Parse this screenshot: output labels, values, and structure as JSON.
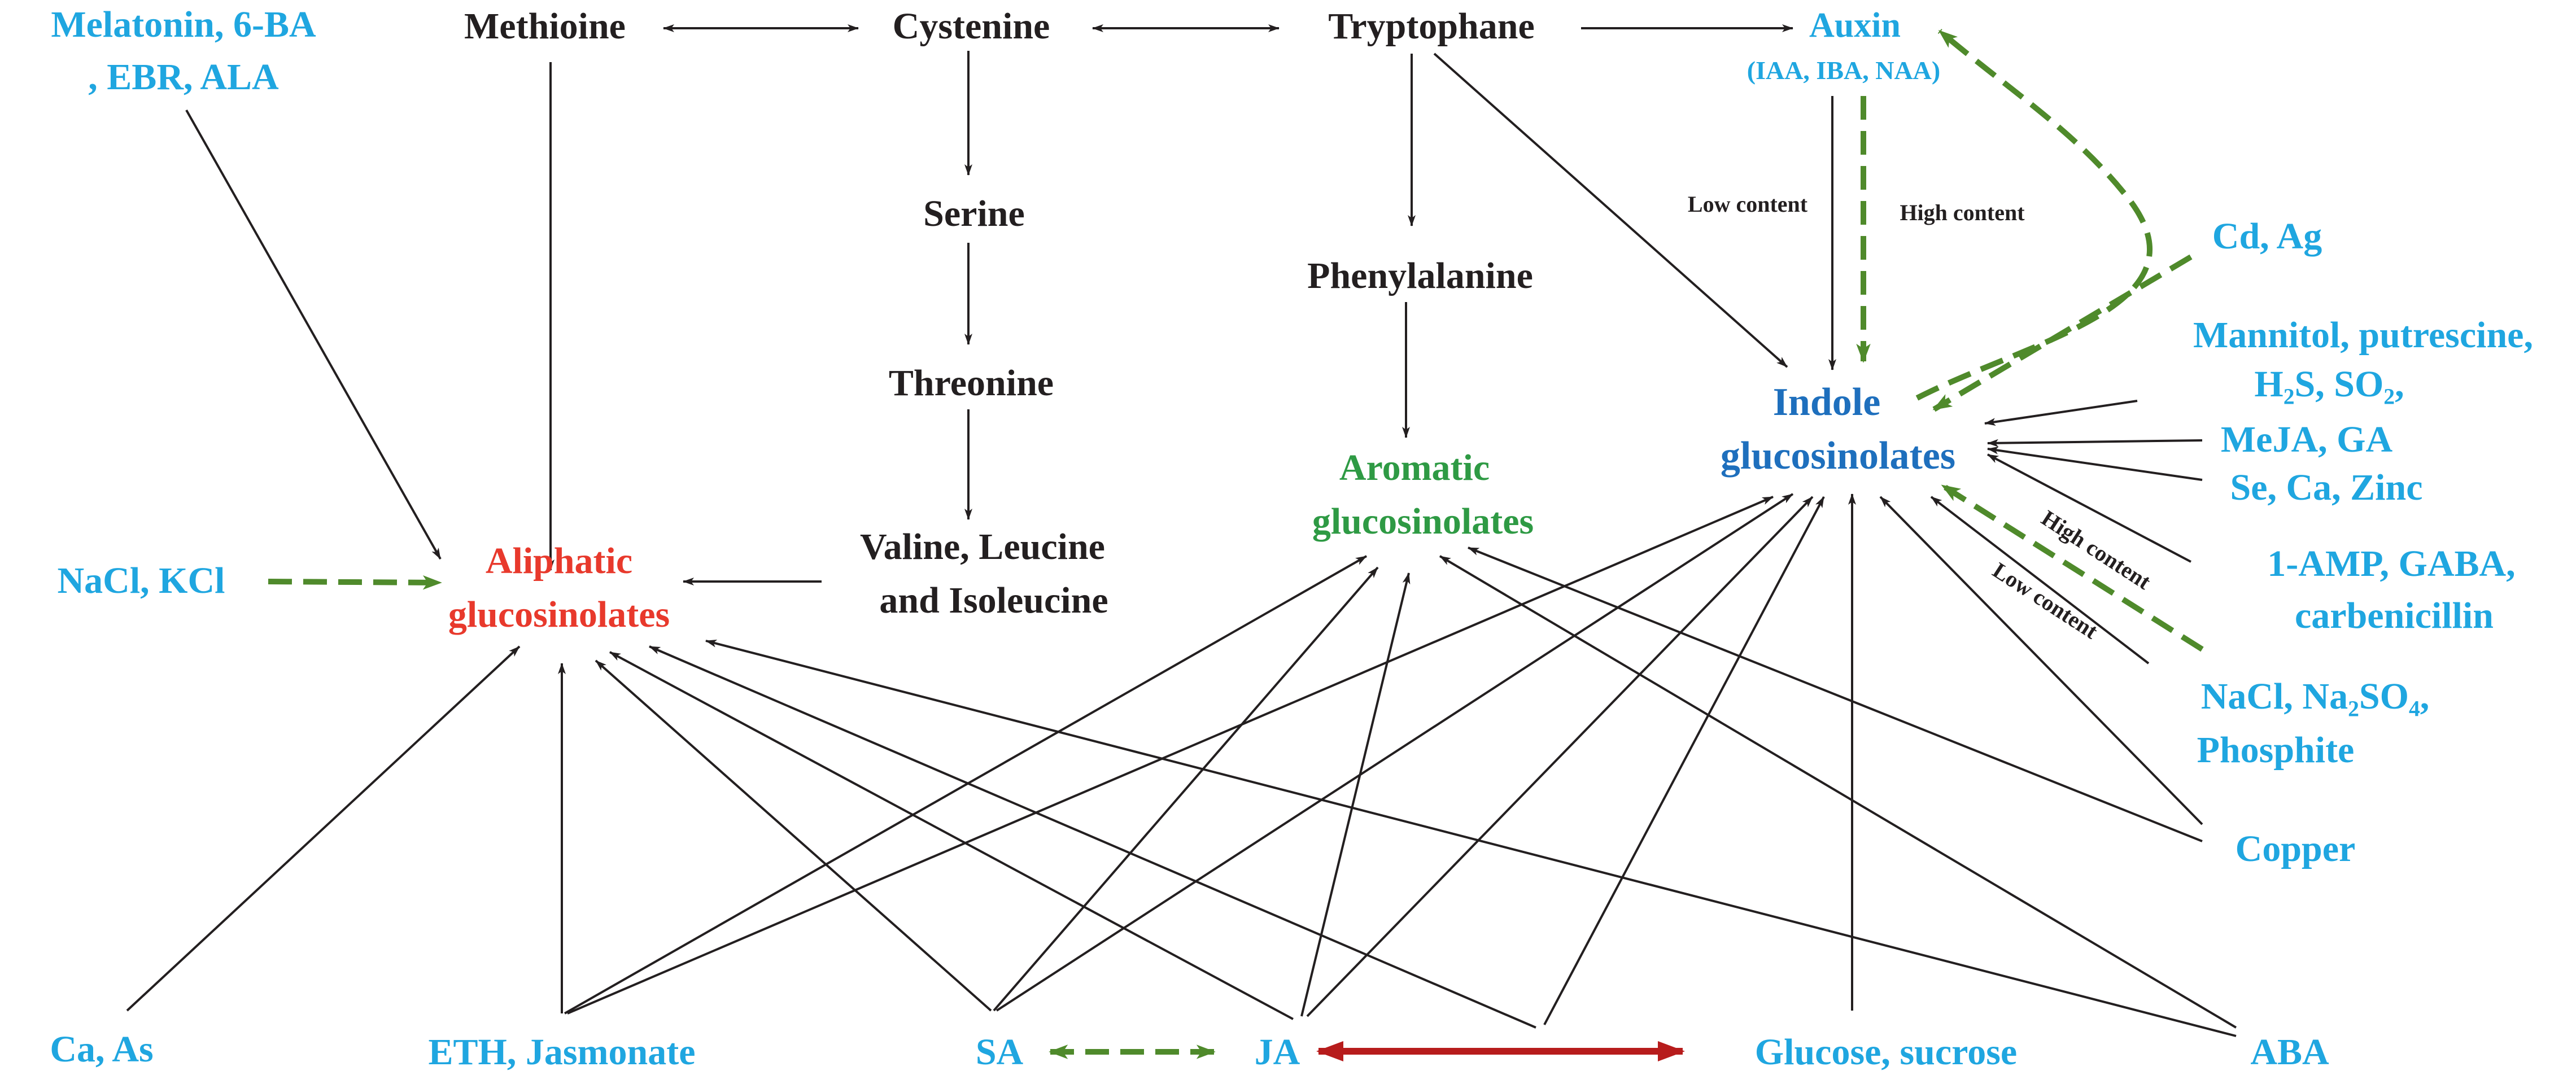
{
  "colors": {
    "dark": "#231f20",
    "blue": "#1fa6e0",
    "navy": "#1e6fbd",
    "red": "#e8392c",
    "green_text": "#2e9a44",
    "green_dashed": "#4f8a2b",
    "dark_red_arrow": "#b71c1c"
  },
  "nodes": {
    "melatonin_1": "Melatonin, 6-BA",
    "melatonin_2": ", EBR, ALA",
    "methioine": "Methioine",
    "cystenine": "Cystenine",
    "tryptophane": "Tryptophane",
    "auxin": "Auxin",
    "auxin_sub": "(IAA, IBA, NAA)",
    "serine": "Serine",
    "phenylalanine": "Phenylalanine",
    "threonine": "Threonine",
    "valine_1": "Valine, Leucine",
    "valine_2": "and Isoleucine",
    "aliphatic_1": "Aliphatic",
    "aliphatic_2": "glucosinolates",
    "aromatic_1": "Aromatic",
    "aromatic_2": "glucosinolates",
    "indole_1": "Indole",
    "indole_2": "glucosinolates",
    "nacl_kcl": "NaCl, KCl",
    "cd_ag": "Cd, Ag",
    "mannitol_1": "Mannitol, putrescine,",
    "mannitol_2": "H₂S, SO₂,",
    "meja_ga": "MeJA, GA",
    "se_ca_zinc": "Se, Ca, Zinc",
    "amp_1": "1-AMP, GABA,",
    "amp_2": "carbenicillin",
    "nacl_na2so4_1": "NaCl, Na₂SO₄,",
    "nacl_na2so4_2": "Phosphite",
    "copper": "Copper",
    "ca_as": "Ca, As",
    "eth": "ETH, Jasmonate",
    "sa": "SA",
    "ja": "JA",
    "glucose": "Glucose, sucrose",
    "aba": "ABA"
  },
  "edge_labels": {
    "auxin_low": "Low content",
    "auxin_high": "High content",
    "salt_high": "High content",
    "salt_low": "Low content"
  }
}
